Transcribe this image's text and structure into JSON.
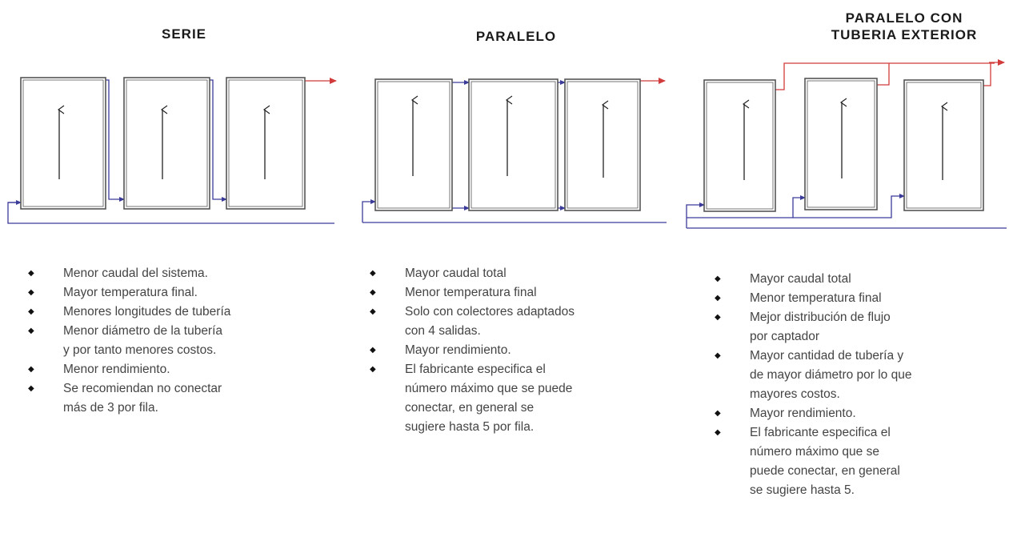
{
  "columns": {
    "serie": {
      "title": "SERIE",
      "bullets": [
        "Menor caudal del sistema.",
        "Mayor temperatura final.",
        "Menores longitudes de tubería",
        "Menor diámetro de la tubería\n y por tanto menores costos.",
        "Menor rendimiento.",
        "Se recomiendan no conectar\n más de 3 por fila."
      ]
    },
    "paralelo": {
      "title": "PARALELO",
      "bullets": [
        "Mayor caudal total",
        "Menor temperatura final",
        "Solo con colectores adaptados\n con 4 salidas.",
        "Mayor rendimiento.",
        "El fabricante especifica el\n número máximo que se puede\n conectar, en general se\n sugiere hasta 5 por fila."
      ]
    },
    "exterior": {
      "title": "PARALELO CON\nTUBERIA EXTERIOR",
      "bullets": [
        "Mayor caudal total",
        "Menor temperatura final",
        "Mejor distribución de flujo\n por captador",
        " Mayor cantidad de tubería y\nde mayor diámetro por lo que\nmayores costos.",
        "Mayor rendimiento.",
        " El fabricante especifica el\nnúmero máximo que se\npuede conectar, en general\nse sugiere hasta 5."
      ]
    }
  },
  "colors": {
    "cold_pipe": "#3b3b9a",
    "hot_pipe": "#d23b3b",
    "collector_stroke": "#555555",
    "arrow": "#222222"
  }
}
